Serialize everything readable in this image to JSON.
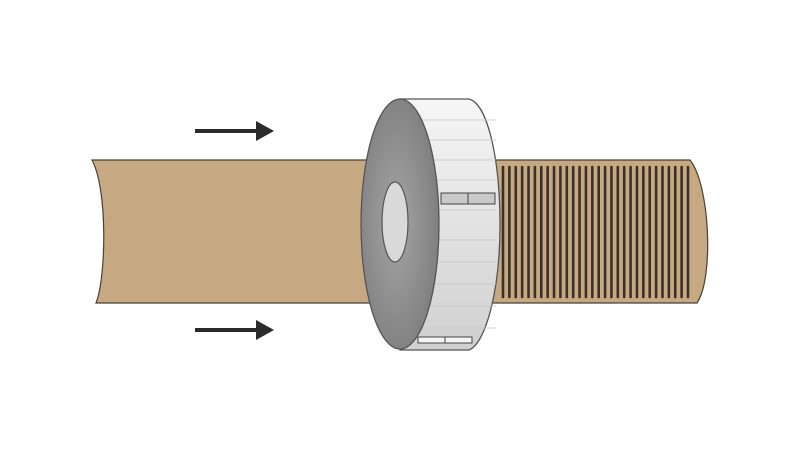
{
  "diagram": {
    "arrows": [
      {
        "name": "feed-direction-arrow-top",
        "direction": "right"
      },
      {
        "name": "feed-direction-arrow-bottom",
        "direction": "right"
      }
    ],
    "rod": {
      "color": "#c6a982",
      "outline": "#4a4033"
    },
    "thread_grooves": {
      "count": 30,
      "color": "#2a2520"
    },
    "die": {
      "face_color": "#8e8e8e",
      "rim_color": "#dcdcdc",
      "bore_color": "#d7d7d7"
    },
    "arrow_color": "#2b2b2b"
  }
}
